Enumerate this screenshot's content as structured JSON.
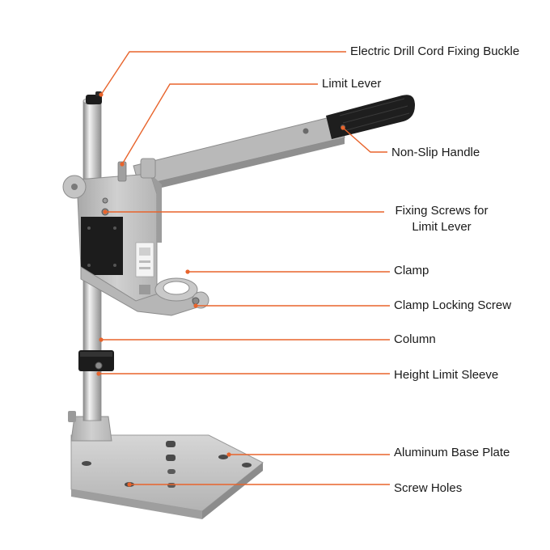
{
  "diagram": {
    "colors": {
      "leader": "#e8642c",
      "metal_light": "#c9c9c9",
      "metal_mid": "#a9a9a9",
      "metal_dark": "#7d7d7d",
      "black_part": "#1c1c1c",
      "label_text": "#1a1a1a"
    },
    "labels": {
      "cord_buckle": "Electric Drill Cord Fixing Buckle",
      "limit_lever": "Limit Lever",
      "handle": "Non-Slip Handle",
      "fixing_screws_line1": "Fixing Screws for",
      "fixing_screws_line2": "Limit Lever",
      "clamp": "Clamp",
      "clamp_screw": "Clamp Locking Screw",
      "column": "Column",
      "height_sleeve": "Height Limit Sleeve",
      "base_plate": "Aluminum Base Plate",
      "screw_holes": "Screw Holes"
    }
  }
}
